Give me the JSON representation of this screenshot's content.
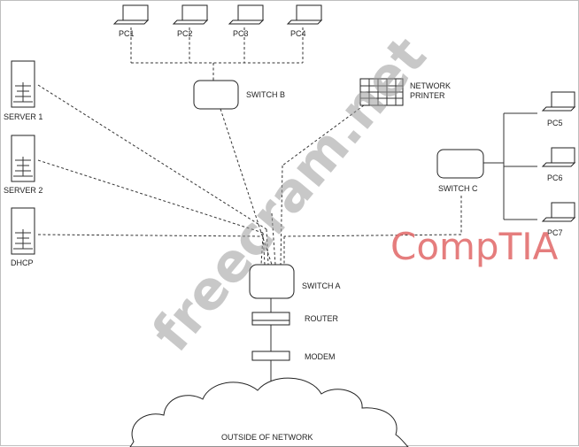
{
  "diagram": {
    "pcs_top": [
      "PC1",
      "PC2",
      "PC3",
      "PC4"
    ],
    "pcs_right": [
      "PC5",
      "PC6",
      "PC7"
    ],
    "servers": [
      "SERVER 1",
      "SERVER 2",
      "DHCP"
    ],
    "switch_a": "SWITCH A",
    "switch_b": "SWITCH B",
    "switch_c": "SWITCH C",
    "printer_line1": "NETWORK",
    "printer_line2": "PRINTER",
    "router": "ROUTER",
    "modem": "MODEM",
    "cloud": "OUTSIDE OF NETWORK"
  },
  "watermarks": {
    "site": "freecram.net",
    "brand": "CompTIA"
  }
}
